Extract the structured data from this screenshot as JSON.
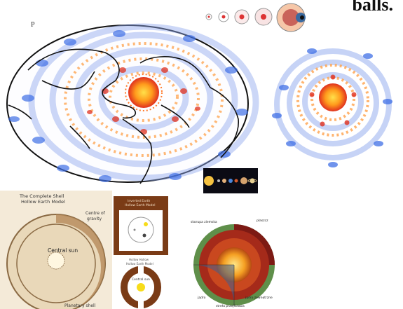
{
  "title_fragment": "balls.",
  "stray_mark": "P",
  "shell_diagram": {
    "title_line1": "The Complete Shell",
    "title_line2": "Hollow Earth Model",
    "label_centre": "Centre of",
    "label_gravity": "gravity",
    "label_central_sun": "Central sun",
    "label_shell": "Planetary shell"
  },
  "inverted_panel": {
    "title_line1": "Inverted Earth",
    "title_line2": "Hollow Earth Model",
    "sub_line1": "Hollow Hollow",
    "sub_line2": "Hollow Earth Model",
    "label_central_sun": "Central sun"
  },
  "cutaway": {
    "label_skorupa": "skorupa ziemska",
    "label_plaszcz": "płaszcz",
    "label_jadro": "jądro",
    "label_jadro_zew": "jądro zewnętrzne",
    "label_strefa": "strefa przejściowa"
  },
  "colors": {
    "blue_ring": "#5b82e6",
    "orange_core": "#ff9a1c",
    "red_core": "#e0301e",
    "brown_shell": "#7a3b16",
    "sepia": "#c9a97a"
  }
}
